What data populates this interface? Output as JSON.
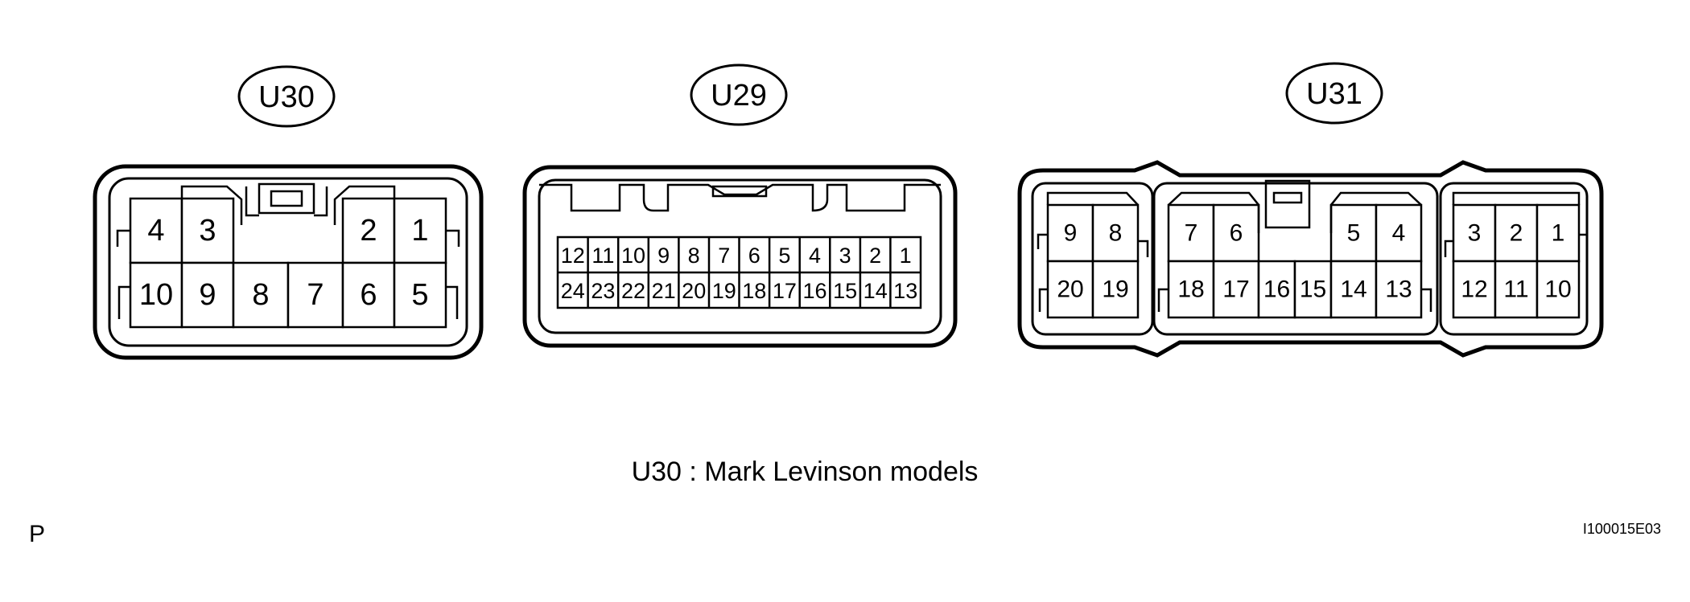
{
  "connectors": [
    {
      "id": "u30",
      "label": "U30",
      "rows": [
        [
          "4",
          "3",
          "",
          "",
          "2",
          "1"
        ],
        [
          "10",
          "9",
          "8",
          "7",
          "6",
          "5"
        ]
      ]
    },
    {
      "id": "u29",
      "label": "U29",
      "rows": [
        [
          "12",
          "11",
          "10",
          "9",
          "8",
          "7",
          "6",
          "5",
          "4",
          "3",
          "2",
          "1"
        ],
        [
          "24",
          "23",
          "22",
          "21",
          "20",
          "19",
          "18",
          "17",
          "16",
          "15",
          "14",
          "13"
        ]
      ]
    },
    {
      "id": "u31",
      "label": "U31",
      "rows": [
        [
          "9",
          "8",
          "7",
          "6",
          "",
          "",
          "5",
          "4",
          "3",
          "2",
          "1"
        ],
        [
          "20",
          "19",
          "18",
          "17",
          "16",
          "15",
          "14",
          "13",
          "12",
          "11",
          "10"
        ]
      ]
    }
  ],
  "caption": "U30 : Mark Levinson models",
  "corner_letter": "P",
  "figure_code": "I100015E03"
}
